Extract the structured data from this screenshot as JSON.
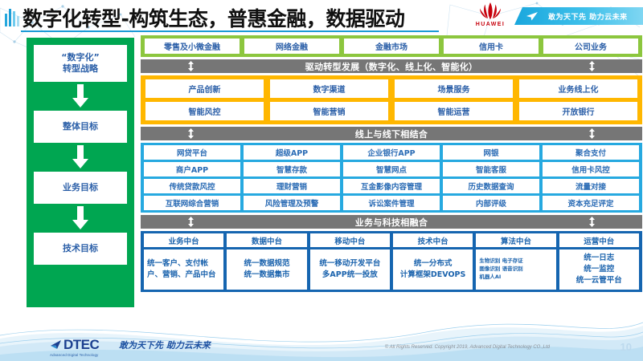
{
  "header": {
    "title": "数字化转型-构筑生态，普惠金融，数据驱动",
    "brand": "HUAWEI",
    "slogan": "敢为天下先 助力云未来"
  },
  "strategy": {
    "items": [
      {
        "label": "“数字化”\n转型战略"
      },
      {
        "label": "整体目标"
      },
      {
        "label": "业务目标"
      },
      {
        "label": "技术目标"
      }
    ]
  },
  "business_lines": {
    "cells": [
      "零售及小微金融",
      "网络金融",
      "金融市场",
      "信用卡",
      "公司业务"
    ]
  },
  "dividers": {
    "drive": "驱动转型发展（数字化、线上化、智能化）",
    "online_offline": "线上与线下相结合",
    "fusion": "业务与科技相融合"
  },
  "drive_band": {
    "rows": [
      [
        "产品创新",
        "数字渠道",
        "场景服务",
        "业务线上化"
      ],
      [
        "智能风控",
        "智能营销",
        "智能运营",
        "开放银行"
      ]
    ]
  },
  "channel_band": {
    "rows": [
      [
        "网贷平台",
        "超级APP",
        "企业银行APP",
        "网银",
        "聚合支付"
      ],
      [
        "商户APP",
        "智慧存款",
        "智慧网点",
        "智能客服",
        "信用卡风控"
      ],
      [
        "传统贷款风控",
        "理财营销",
        "互金影像内容管理",
        "历史数据查询",
        "流量对接"
      ],
      [
        "互联网综合营销",
        "风险管理及预警",
        "诉讼案件管理",
        "内部评级",
        "资本充足评定"
      ]
    ]
  },
  "platform_band": {
    "columns": [
      {
        "head": "业务中台",
        "body": "统一客户、支付帐户、营销、产品中台",
        "size": "left"
      },
      {
        "head": "数据中台",
        "body": "统一数据规范\n统一数据集市",
        "size": "normal"
      },
      {
        "head": "移动中台",
        "body": "统一移动开发平台\n多APP统一投放",
        "size": "normal"
      },
      {
        "head": "技术中台",
        "body": "统一分布式\n计算框架DEVOPS",
        "size": "normal"
      },
      {
        "head": "算法中台",
        "body": "生物识别 电子存证\n图像识别 语音识别\n机器人AI",
        "size": "tiny"
      },
      {
        "head": "运营中台",
        "body": "统一日志\n统一监控\n统一云管平台",
        "size": "normal"
      }
    ]
  },
  "footer": {
    "logo_word": "DTEC",
    "logo_sub": "Advanced Digital Technology",
    "slogan": "敢为天下先  助力云未来",
    "copyright": "© All Rights Reserved. Copyright 2019, Advanced Digital Technology CO.,Ltd",
    "page_number": "10"
  },
  "colors": {
    "green": "#00a651",
    "light_green": "#8cc63e",
    "orange": "#ffb700",
    "blue": "#26a9e0",
    "navy": "#1565b0",
    "gray": "#767676",
    "huawei_red": "#c7000b"
  }
}
